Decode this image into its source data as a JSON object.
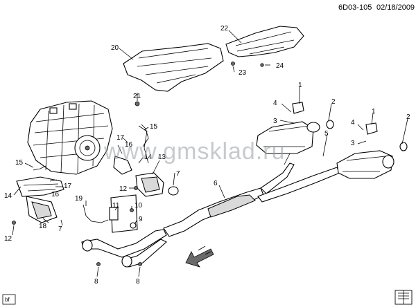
{
  "header": {
    "code": "6D03-105",
    "date": "02/18/2009"
  },
  "watermark": "www.gmsklad.ru",
  "corner_badge": "bf",
  "callouts": [
    {
      "id": "c20",
      "label": "20"
    },
    {
      "id": "c22",
      "label": "22"
    },
    {
      "id": "c23",
      "label": "23"
    },
    {
      "id": "c24",
      "label": "24"
    },
    {
      "id": "c21",
      "label": "21"
    },
    {
      "id": "c1a",
      "label": "1"
    },
    {
      "id": "c4a",
      "label": "4"
    },
    {
      "id": "c2a",
      "label": "2"
    },
    {
      "id": "c3a",
      "label": "3"
    },
    {
      "id": "c1b",
      "label": "1"
    },
    {
      "id": "c2b",
      "label": "2"
    },
    {
      "id": "c4b",
      "label": "4"
    },
    {
      "id": "c3b",
      "label": "3"
    },
    {
      "id": "c5",
      "label": "5"
    },
    {
      "id": "c15a",
      "label": "15"
    },
    {
      "id": "c17a",
      "label": "17"
    },
    {
      "id": "c16a",
      "label": "16"
    },
    {
      "id": "c14a",
      "label": "14"
    },
    {
      "id": "c13",
      "label": "13"
    },
    {
      "id": "c15b",
      "label": "15"
    },
    {
      "id": "c7a",
      "label": "7"
    },
    {
      "id": "c6",
      "label": "6"
    },
    {
      "id": "c16b",
      "label": "16"
    },
    {
      "id": "c17b",
      "label": "17"
    },
    {
      "id": "c12a",
      "label": "12"
    },
    {
      "id": "c14b",
      "label": "14"
    },
    {
      "id": "c19",
      "label": "19"
    },
    {
      "id": "c11",
      "label": "11"
    },
    {
      "id": "c10",
      "label": "10"
    },
    {
      "id": "c9",
      "label": "9"
    },
    {
      "id": "c18",
      "label": "18"
    },
    {
      "id": "c7b",
      "label": "7"
    },
    {
      "id": "c12b",
      "label": "12"
    },
    {
      "id": "c8a",
      "label": "8"
    },
    {
      "id": "c8b",
      "label": "8"
    }
  ]
}
